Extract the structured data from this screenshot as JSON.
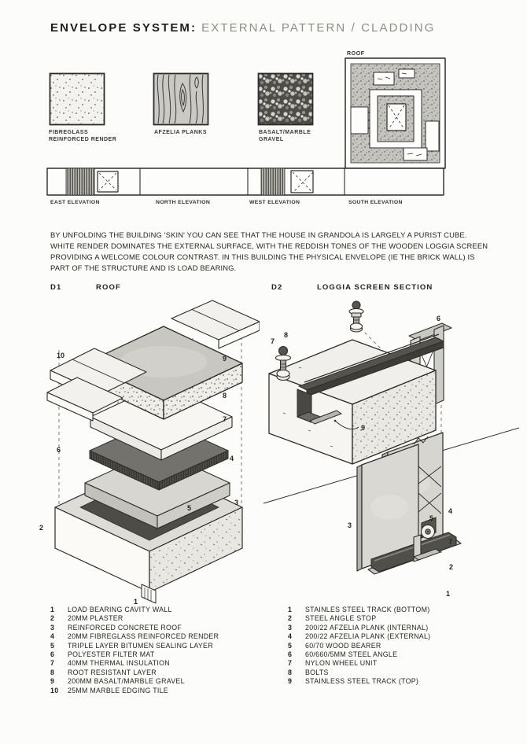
{
  "header": {
    "title_primary": "ENVELOPE SYSTEM:",
    "title_secondary": "EXTERNAL PATTERN / CLADDING"
  },
  "materials": {
    "render": {
      "line1": "FIBREGLASS",
      "line2": "REINFORCED RENDER"
    },
    "planks": {
      "line1": "AFZELIA PLANKS",
      "line2": ""
    },
    "gravel": {
      "line1": "BASALT/MARBLE",
      "line2": "GRAVEL"
    }
  },
  "roof_plan": {
    "label": "ROOF"
  },
  "elevations": {
    "east": "EAST ELEVATION",
    "north": "NORTH ELEVATION",
    "west": "WEST ELEVATION",
    "south": "SOUTH ELEVATION"
  },
  "description": "BY UNFOLDING THE BUILDING 'SKIN' YOU CAN SEE THAT THE HOUSE IN GRANDOLA IS LARGELY A PURIST CUBE. WHITE RENDER DOMINATES THE EXTERNAL SURFACE, WITH THE REDDISH TONES OF THE WOODEN LOGGIA SCREEN PROVIDING A WELCOME COLOUR CONTRAST. IN THIS BUILDING THE PHYSICAL ENVELOPE (IE THE BRICK WALL) IS PART OF THE STRUCTURE AND IS LOAD BEARING.",
  "diagram_d1": {
    "code": "D1",
    "title": "ROOF",
    "callouts": {
      "c1": "1",
      "c2": "2",
      "c3": "3",
      "c4": "4",
      "c5": "5",
      "c6": "6",
      "c7": "7",
      "c8": "8",
      "c9": "9",
      "c10": "10"
    }
  },
  "diagram_d2": {
    "code": "D2",
    "title": "LOGGIA SCREEN SECTION",
    "callouts": {
      "bolt_left": "7",
      "bolt_right": "8",
      "steel_angle": "6",
      "track_top": "9",
      "plank_internal": "3",
      "plank_external": "4",
      "wood_bearer": "5",
      "wheel": "7",
      "angle_stop": "2",
      "track_bottom": "1"
    }
  },
  "legend_d1": {
    "items": [
      {
        "num": "1",
        "text": "LOAD BEARING CAVITY WALL"
      },
      {
        "num": "2",
        "text": "20MM PLASTER"
      },
      {
        "num": "3",
        "text": "REINFORCED CONCRETE ROOF"
      },
      {
        "num": "4",
        "text": "20MM FIBREGLASS REINFORCED RENDER"
      },
      {
        "num": "5",
        "text": "TRIPLE LAYER BITUMEN SEALING LAYER"
      },
      {
        "num": "6",
        "text": "POLYESTER FILTER MAT"
      },
      {
        "num": "7",
        "text": "40MM THERMAL INSULATION"
      },
      {
        "num": "8",
        "text": "ROOT RESISTANT LAYER"
      },
      {
        "num": "9",
        "text": "200MM BASALT/MARBLE GRAVEL"
      },
      {
        "num": "10",
        "text": "25MM MARBLE EDGING TILE"
      }
    ]
  },
  "legend_d2": {
    "items": [
      {
        "num": "1",
        "text": "STAINLES STEEL TRACK (BOTTOM)"
      },
      {
        "num": "2",
        "text": "STEEL ANGLE STOP"
      },
      {
        "num": "3",
        "text": "200/22 AFZELIA PLANK (INTERNAL)"
      },
      {
        "num": "4",
        "text": "200/22 AFZELIA PLANK (EXTERNAL)"
      },
      {
        "num": "5",
        "text": "60/70 WOOD BEARER"
      },
      {
        "num": "6",
        "text": "60/660/5MM STEEL ANGLE"
      },
      {
        "num": "7",
        "text": "NYLON WHEEL UNIT"
      },
      {
        "num": "8",
        "text": "BOLTS"
      },
      {
        "num": "9",
        "text": "STAINLESS STEEL TRACK (TOP)"
      }
    ]
  },
  "colors": {
    "ink": "#2e2c29",
    "paper": "#fcfcfa",
    "marker_light": "#d7d5d0",
    "marker_mid": "#b7b5b0",
    "marker_dark": "#55534e"
  }
}
